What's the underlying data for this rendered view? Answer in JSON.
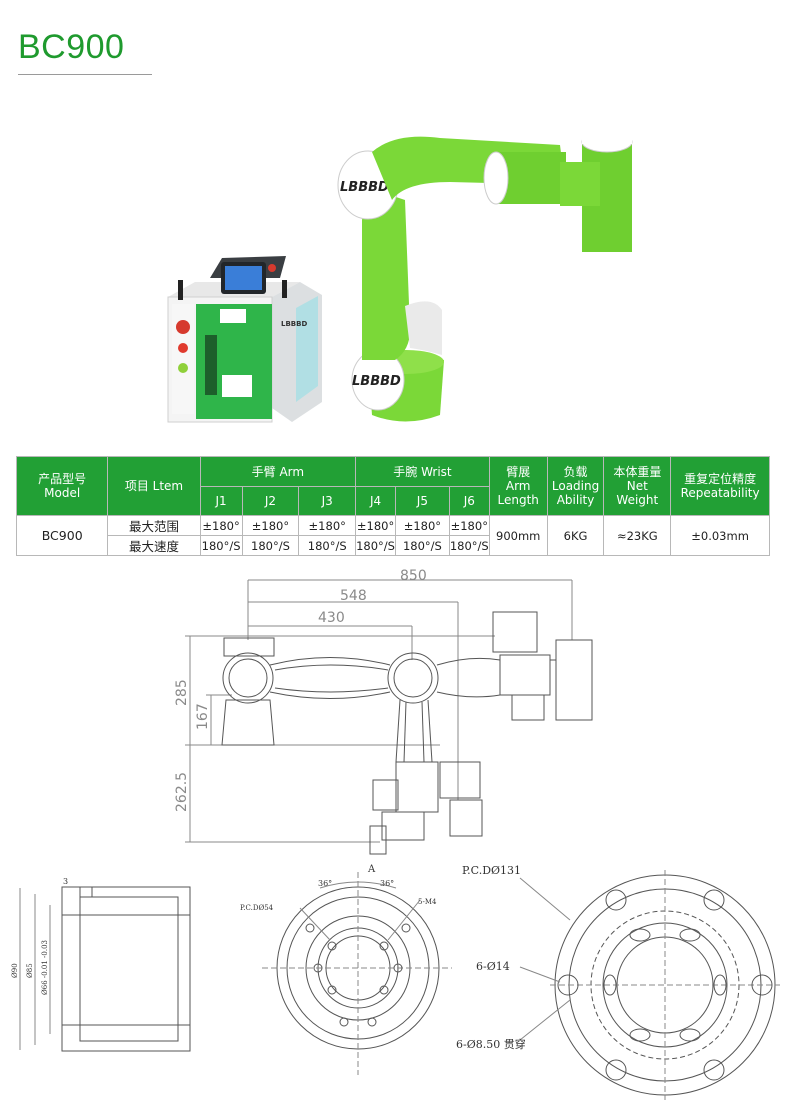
{
  "page_title": "BC900",
  "hero": {
    "logo_arm": "LBBBD",
    "logo_controller": "LBBBD"
  },
  "spec_table": {
    "header": {
      "model_cn": "产品型号",
      "model_en": "Model",
      "item": "项目 Ltem",
      "arm_group": "手臂 Arm",
      "wrist_group": "手腕 Wrist",
      "joints": [
        "J1",
        "J2",
        "J3",
        "J4",
        "J5",
        "J6"
      ],
      "arm_length_cn": "臂展",
      "arm_length_en1": "Arm",
      "arm_length_en2": "Length",
      "loading_cn": "负载",
      "loading_en1": "Loading",
      "loading_en2": "Ability",
      "weight_cn": "本体重量",
      "weight_en": "Net Weight",
      "repeat_cn": "重复定位精度",
      "repeat_en": "Repeatability"
    },
    "row": {
      "model": "BC900",
      "range_label": "最大范围",
      "speed_label": "最大速度",
      "ranges": [
        "±180°",
        "±180°",
        "±180°",
        "±180°",
        "±180°",
        "±180°"
      ],
      "speeds": [
        "180°/S",
        "180°/S",
        "180°/S",
        "180°/S",
        "180°/S",
        "180°/S"
      ],
      "arm_length": "900mm",
      "loading": "6KG",
      "weight": "≈23KG",
      "repeatability": "±0.03mm"
    }
  },
  "drawing": {
    "dim_850": "850",
    "dim_548": "548",
    "dim_430": "430",
    "dim_285": "285",
    "dim_167": "167",
    "dim_262_5": "262.5",
    "dim_3": "3",
    "dim_d90": "Ø90",
    "dim_d85": "Ø85",
    "dim_d66": "Ø66 -0.01 -0.03",
    "angle_a": "36°",
    "angle_b": "36°",
    "marker_a": "A",
    "pcd54": "P.C.DØ54",
    "m4": "5-M4",
    "pcd131": "P.C.DØ131",
    "holes14": "6-Ø14",
    "holes850": "6-Ø8.50 贯穿"
  },
  "colors": {
    "brand_green": "#22a035",
    "arm_green": "#7bd838",
    "line_gray": "#555555"
  }
}
